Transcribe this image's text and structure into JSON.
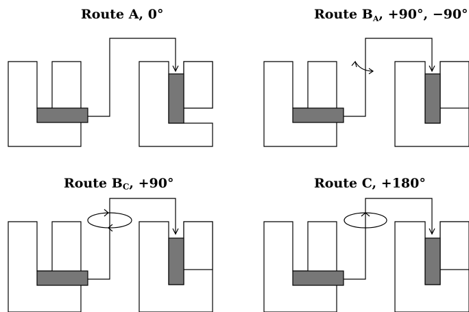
{
  "panels": [
    {
      "id": "route-a",
      "title_main": "Route A, 0°",
      "title_sub": "",
      "title_rest": "",
      "rotation": "none"
    },
    {
      "id": "route-ba",
      "title_main": "Route B",
      "title_sub": "A",
      "title_rest": ", +90°, −90°",
      "rotation": "small-arc"
    },
    {
      "id": "route-bc",
      "title_main": "Route B",
      "title_sub": "C",
      "title_rest": ", +90°",
      "rotation": "full-ellipse"
    },
    {
      "id": "route-c",
      "title_main": "Route C, +180°",
      "title_sub": "",
      "title_rest": "",
      "rotation": "full-ellipse"
    }
  ]
}
